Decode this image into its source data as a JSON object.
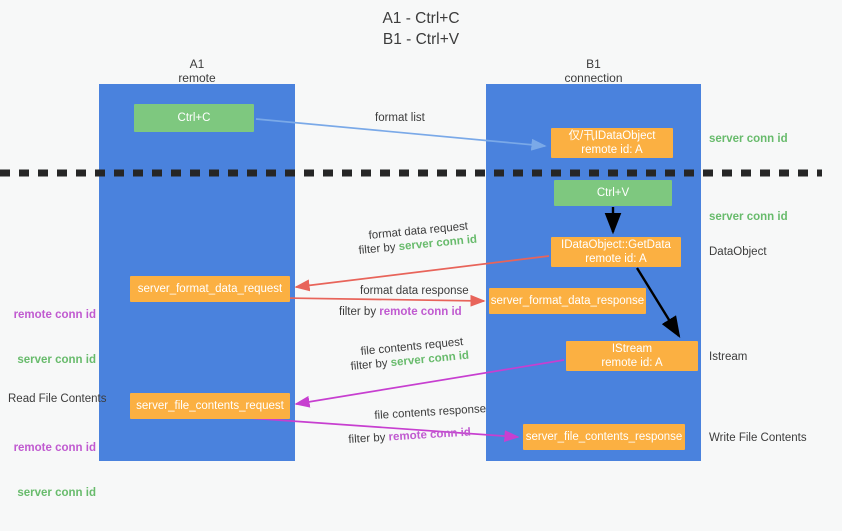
{
  "title": "A1 - Ctrl+C\nB1 - Ctrl+V",
  "columns": {
    "left": {
      "name": "A1",
      "role": "remote",
      "header": "A1\nremote"
    },
    "right": {
      "name": "B1",
      "role": "connection",
      "header": "B1\nconnection"
    }
  },
  "colors": {
    "column_blue": "#4a82dd",
    "node_green": "#7ec87f",
    "node_orange": "#fbb042",
    "server_conn_green": "#68bb6c",
    "remote_conn_purple": "#c05ad0",
    "arrow_blue": "#7aa9e8",
    "arrow_red": "#e8645a",
    "arrow_purple": "#c73fd0",
    "arrow_black": "#000000",
    "background": "#f7f8f8",
    "text_dark": "#3c3c3c"
  },
  "nodes": {
    "ctrl_c": "Ctrl+C",
    "idataobject": "仅/卂IDataObject\nremote id: A",
    "ctrl_v": "Ctrl+V",
    "getdata": "IDataObject::GetData\nremote id: A",
    "server_format_data_request": "server_format_data_request",
    "server_format_data_response": "server_format_data_response",
    "istream": "IStream\nremote id: A",
    "server_file_contents_request": "server_file_contents_request",
    "server_file_contents_response": "server_file_contents_response"
  },
  "flows": {
    "format_list": "format list",
    "format_data_request": "format data request",
    "format_data_request_filter_prefix": "filter by ",
    "format_data_request_filter_value": "server conn id",
    "format_data_response": "format data response",
    "format_data_response_filter_prefix": "filter by ",
    "format_data_response_filter_value": "remote conn id",
    "file_contents_request": "file contents request",
    "file_contents_request_filter_prefix": "filter by ",
    "file_contents_request_filter_value": "server conn id",
    "file_contents_response": "file contents response",
    "file_contents_response_filter_prefix": "filter by ",
    "file_contents_response_filter_value": "remote conn id"
  },
  "right_labels": {
    "server_conn_id_top": "server conn id",
    "server_conn_id_mid": "server conn id",
    "dataobject": "DataObject",
    "istream": "Istream",
    "write_file_contents": "Write File Contents"
  },
  "left_labels": {
    "remote_conn_id_1": "remote conn id",
    "server_conn_id_1": "server conn id",
    "read_file_contents": "Read File Contents",
    "remote_conn_id_2": "remote conn id",
    "server_conn_id_2": "server conn id"
  }
}
